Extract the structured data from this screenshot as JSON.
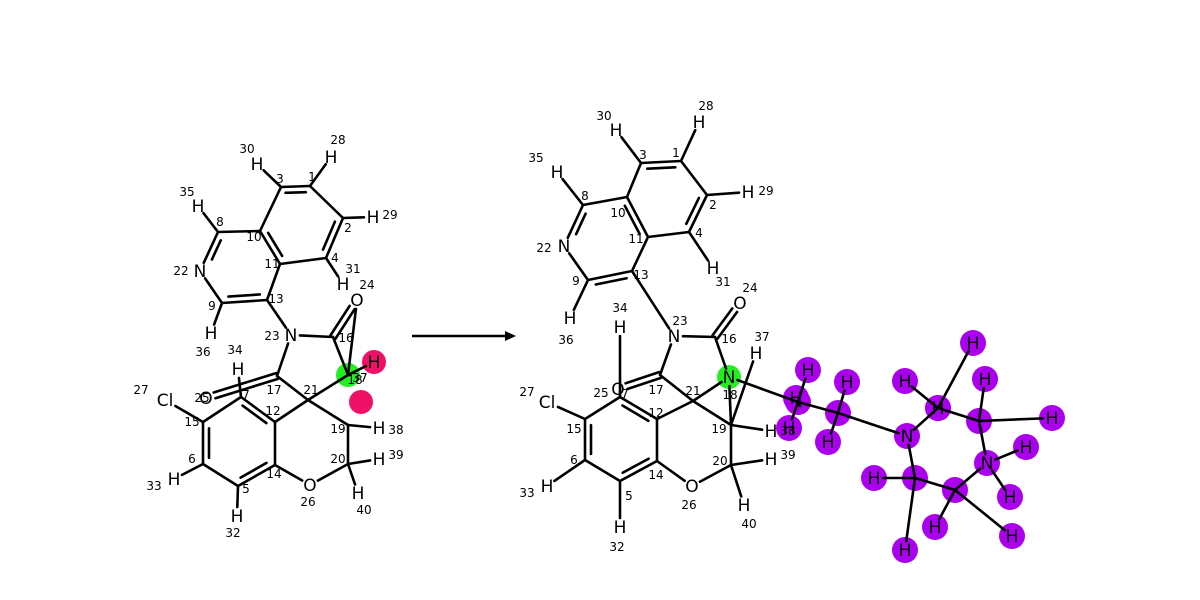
{
  "reaction": {
    "arrow": {
      "name": "reaction-arrow"
    },
    "highlight_colors": {
      "attach": "#22ee22",
      "leaving": "#ee1166",
      "added": "#aa00ee"
    }
  },
  "reactant": {
    "atoms": [
      {
        "el": "H",
        "label": "H",
        "num": "28"
      },
      {
        "el": "H",
        "label": "H",
        "num": "29"
      },
      {
        "el": "H",
        "label": "H",
        "num": "30"
      },
      {
        "el": "H",
        "label": "H",
        "num": "35"
      },
      {
        "el": "N",
        "label": "N",
        "num": "22"
      },
      {
        "el": "H",
        "label": "H",
        "num": "36"
      },
      {
        "el": "H",
        "label": "H",
        "num": "31"
      },
      {
        "el": "O",
        "label": "O",
        "num": "24"
      },
      {
        "el": "N",
        "label": "N",
        "num": "23"
      },
      {
        "el": "H",
        "label": "H",
        "num": "34"
      },
      {
        "el": "O",
        "label": "O",
        "num": "25"
      },
      {
        "el": "Cl",
        "label": "Cl",
        "num": "27"
      },
      {
        "el": "H",
        "label": "H",
        "num": "33"
      },
      {
        "el": "H",
        "label": "H",
        "num": "32"
      },
      {
        "el": "O",
        "label": "O",
        "num": "26"
      },
      {
        "el": "H",
        "label": "H",
        "num": "37"
      },
      {
        "el": "H",
        "label": "H",
        "num": "38"
      },
      {
        "el": "H",
        "label": "H",
        "num": "39"
      },
      {
        "el": "H",
        "label": "H",
        "num": "40"
      },
      {
        "el": "C",
        "label": "",
        "num": "1"
      },
      {
        "el": "C",
        "label": "",
        "num": "2"
      },
      {
        "el": "C",
        "label": "",
        "num": "3"
      },
      {
        "el": "C",
        "label": "",
        "num": "4"
      },
      {
        "el": "C",
        "label": "",
        "num": "8"
      },
      {
        "el": "C",
        "label": "",
        "num": "9"
      },
      {
        "el": "C",
        "label": "",
        "num": "10"
      },
      {
        "el": "C",
        "label": "",
        "num": "11"
      },
      {
        "el": "C",
        "label": "",
        "num": "13"
      },
      {
        "el": "C",
        "label": "",
        "num": "16"
      },
      {
        "el": "C",
        "label": "",
        "num": "18"
      },
      {
        "el": "C",
        "label": "",
        "num": "21"
      },
      {
        "el": "C",
        "label": "",
        "num": "17"
      },
      {
        "el": "C",
        "label": "",
        "num": "7"
      },
      {
        "el": "C",
        "label": "",
        "num": "12"
      },
      {
        "el": "C",
        "label": "",
        "num": "15"
      },
      {
        "el": "C",
        "label": "",
        "num": "6"
      },
      {
        "el": "C",
        "label": "",
        "num": "5"
      },
      {
        "el": "C",
        "label": "",
        "num": "14"
      },
      {
        "el": "C",
        "label": "",
        "num": "19"
      },
      {
        "el": "C",
        "label": "",
        "num": "20"
      }
    ]
  },
  "product": {
    "atoms": [
      {
        "el": "H",
        "label": "H",
        "num": "28"
      },
      {
        "el": "H",
        "label": "H",
        "num": "30"
      },
      {
        "el": "H",
        "label": "H",
        "num": "35"
      },
      {
        "el": "H",
        "label": "H",
        "num": "29"
      },
      {
        "el": "N",
        "label": "N",
        "num": "22"
      },
      {
        "el": "H",
        "label": "H",
        "num": "31"
      },
      {
        "el": "H",
        "label": "H",
        "num": "36"
      },
      {
        "el": "H",
        "label": "H",
        "num": "34"
      },
      {
        "el": "N",
        "label": "N",
        "num": "23"
      },
      {
        "el": "O",
        "label": "O",
        "num": "24"
      },
      {
        "el": "H",
        "label": "H",
        "num": "37"
      },
      {
        "el": "O",
        "label": "O",
        "num": "25"
      },
      {
        "el": "Cl",
        "label": "Cl",
        "num": "27"
      },
      {
        "el": "N",
        "label": "N",
        "num": "18"
      },
      {
        "el": "H",
        "label": "H",
        "num": "38"
      },
      {
        "el": "H",
        "label": "H",
        "num": "39"
      },
      {
        "el": "H",
        "label": "H",
        "num": "33"
      },
      {
        "el": "O",
        "label": "O",
        "num": "26"
      },
      {
        "el": "H",
        "label": "H",
        "num": "40"
      },
      {
        "el": "H",
        "label": "H",
        "num": "32"
      },
      {
        "el": "C",
        "label": "",
        "num": "1"
      },
      {
        "el": "C",
        "label": "",
        "num": "2"
      },
      {
        "el": "C",
        "label": "",
        "num": "3"
      },
      {
        "el": "C",
        "label": "",
        "num": "4"
      },
      {
        "el": "C",
        "label": "",
        "num": "8"
      },
      {
        "el": "C",
        "label": "",
        "num": "9"
      },
      {
        "el": "C",
        "label": "",
        "num": "10"
      },
      {
        "el": "C",
        "label": "",
        "num": "11"
      },
      {
        "el": "C",
        "label": "",
        "num": "13"
      },
      {
        "el": "C",
        "label": "",
        "num": "16"
      },
      {
        "el": "C",
        "label": "",
        "num": "21"
      },
      {
        "el": "C",
        "label": "",
        "num": "17"
      },
      {
        "el": "C",
        "label": "",
        "num": "7"
      },
      {
        "el": "C",
        "label": "",
        "num": "12"
      },
      {
        "el": "C",
        "label": "",
        "num": "15"
      },
      {
        "el": "C",
        "label": "",
        "num": "6"
      },
      {
        "el": "C",
        "label": "",
        "num": "5"
      },
      {
        "el": "C",
        "label": "",
        "num": "14"
      },
      {
        "el": "C",
        "label": "",
        "num": "19"
      },
      {
        "el": "C",
        "label": "",
        "num": "20"
      }
    ],
    "added_fragment": [
      {
        "el": "H",
        "label": "H"
      },
      {
        "el": "H",
        "label": "H"
      },
      {
        "el": "H",
        "label": "H"
      },
      {
        "el": "H",
        "label": "H"
      },
      {
        "el": "H",
        "label": "H"
      },
      {
        "el": "H",
        "label": "H"
      },
      {
        "el": "H",
        "label": "H"
      },
      {
        "el": "H",
        "label": "H"
      },
      {
        "el": "H",
        "label": "H"
      },
      {
        "el": "N",
        "label": "N"
      },
      {
        "el": "H",
        "label": "H"
      },
      {
        "el": "H",
        "label": "H"
      },
      {
        "el": "N",
        "label": "N"
      },
      {
        "el": "H",
        "label": "H"
      },
      {
        "el": "H",
        "label": "H"
      },
      {
        "el": "H",
        "label": "H"
      },
      {
        "el": "H",
        "label": "H"
      },
      {
        "el": "H",
        "label": "H"
      },
      {
        "el": "C",
        "label": ""
      },
      {
        "el": "C",
        "label": ""
      },
      {
        "el": "C",
        "label": ""
      },
      {
        "el": "C",
        "label": ""
      },
      {
        "el": "C",
        "label": ""
      },
      {
        "el": "C",
        "label": ""
      }
    ]
  }
}
